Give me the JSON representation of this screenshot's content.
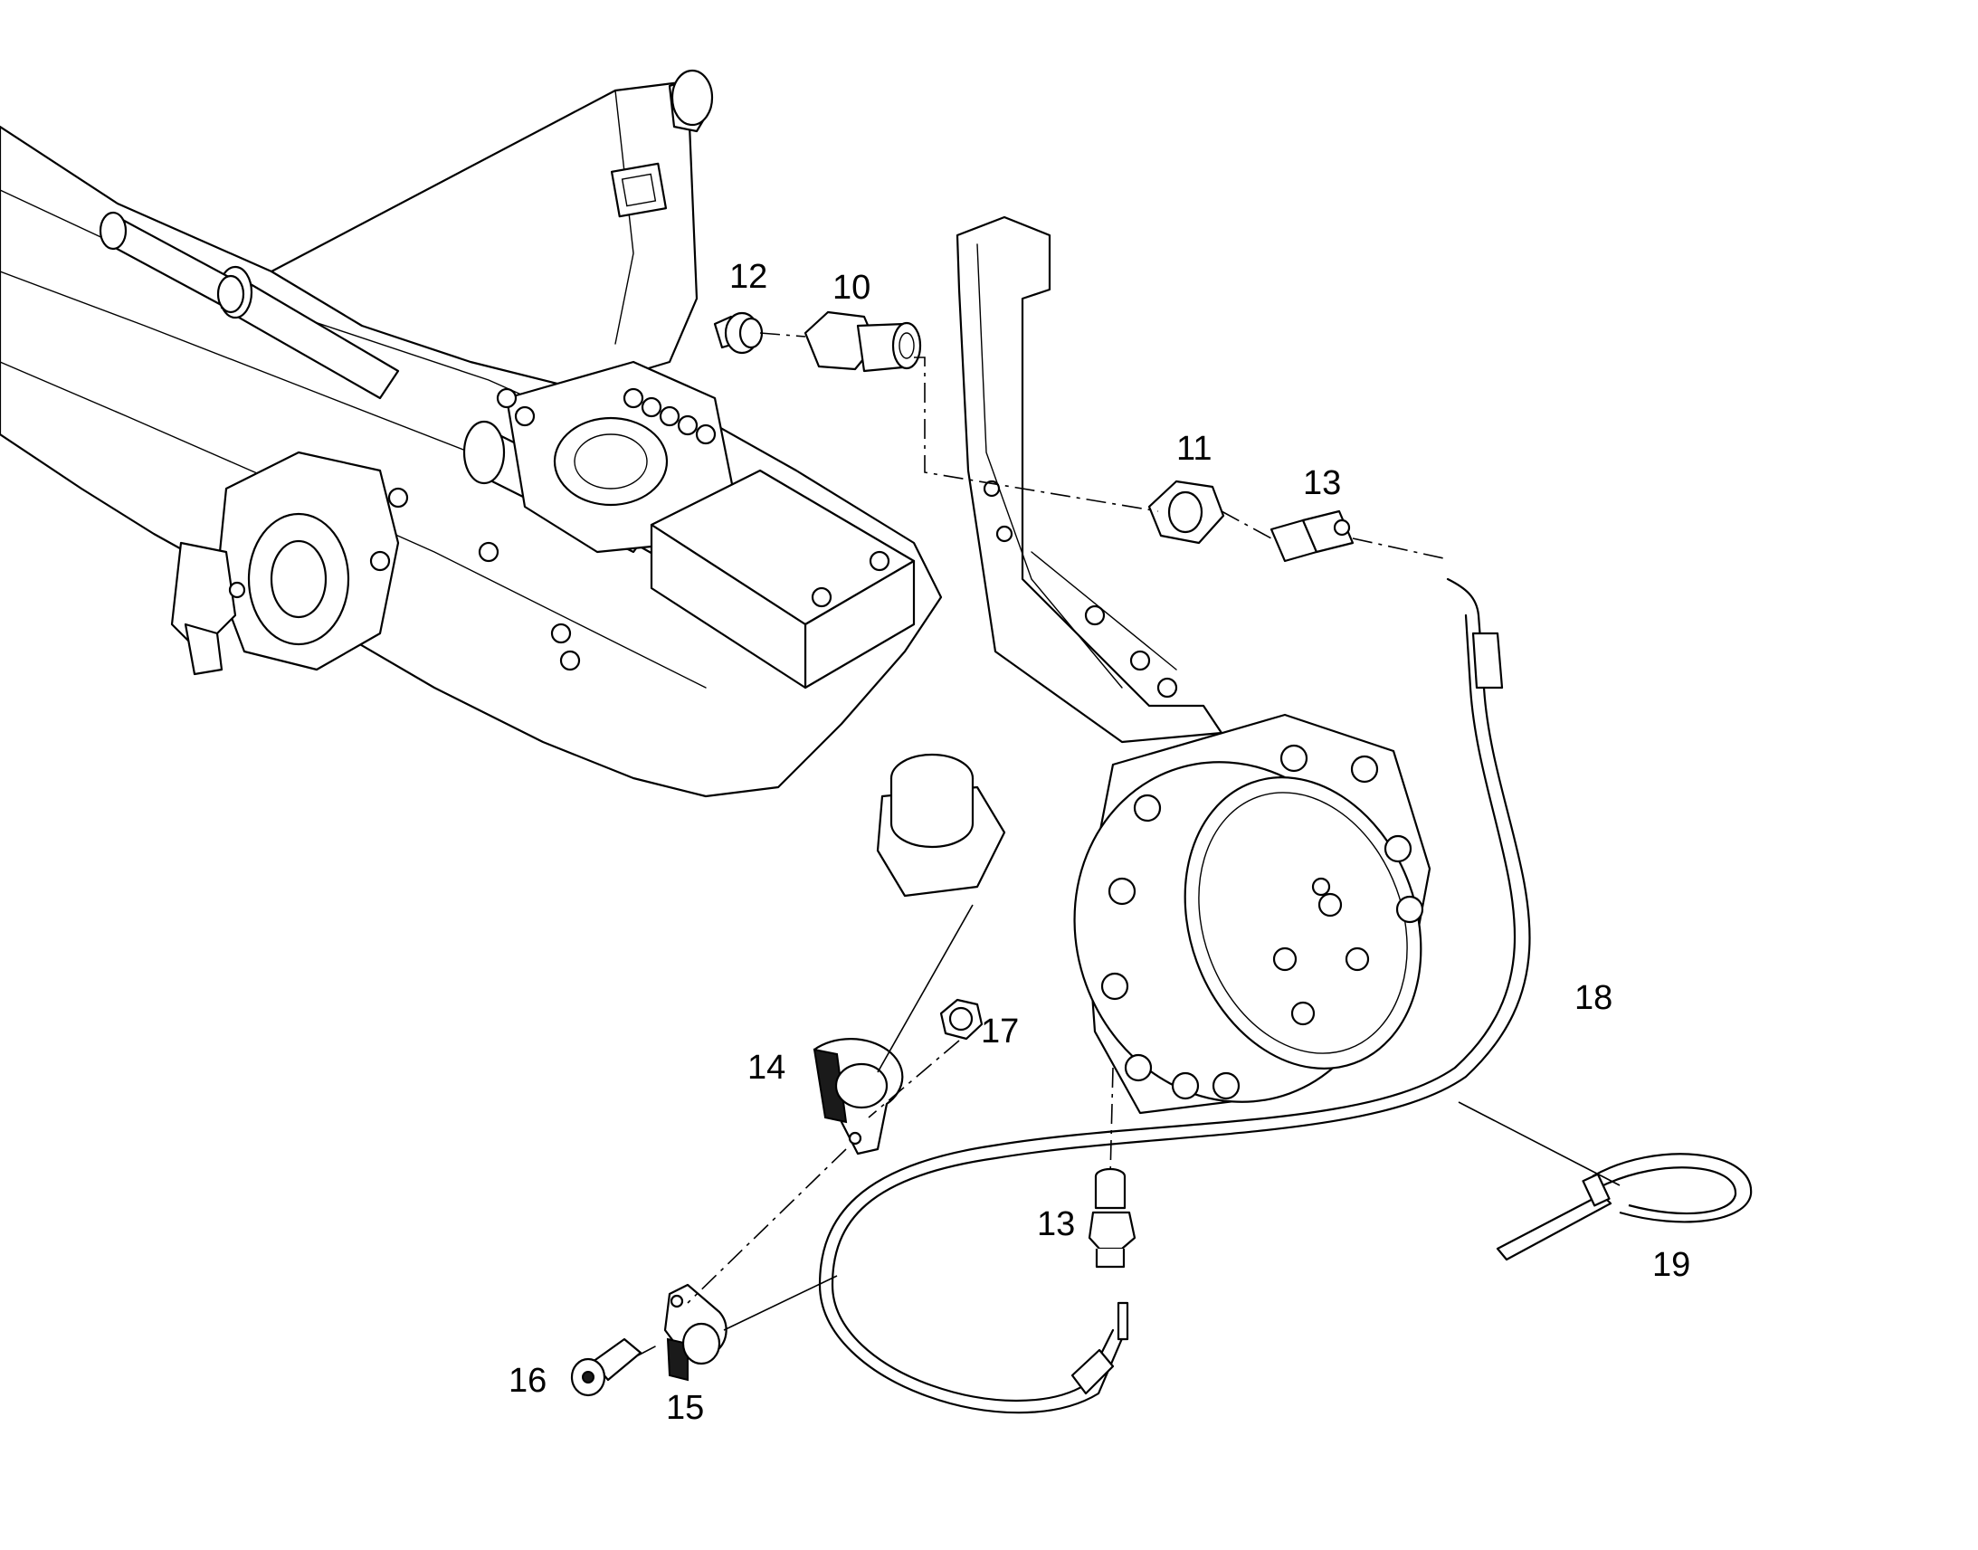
{
  "callouts": {
    "c10": "10",
    "c11": "11",
    "c12": "12",
    "c13_top": "13",
    "c13_bottom": "13",
    "c14": "14",
    "c15": "15",
    "c16": "16",
    "c17": "17",
    "c18": "18",
    "c19": "19"
  }
}
